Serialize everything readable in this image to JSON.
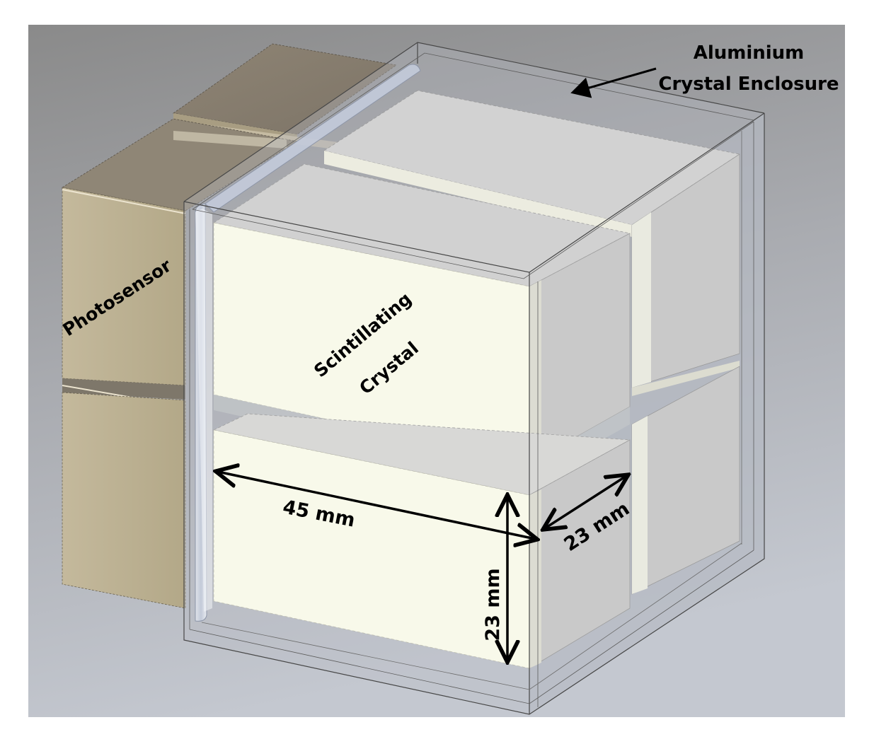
{
  "labels": {
    "enclosure_line1": "Aluminium",
    "enclosure_line2": "Crystal Enclosure",
    "photosensor": "Photosensor",
    "crystal_line1": "Scintillating",
    "crystal_line2": "Crystal",
    "length_dim": "45 mm",
    "width_dim": "23 mm",
    "height_dim": "23 mm"
  },
  "colors": {
    "background_gradient_top": "#8c8c8c",
    "background_gradient_bottom": "#c3c7cf",
    "photosensor": "#b9ad8f",
    "crystal_front": "#f7f8e9",
    "crystal_side": "#c6c6c6",
    "crystal_top": "#d3d3d3",
    "enclosure_edge": "#4a4a4a",
    "arrow": "#000000"
  }
}
